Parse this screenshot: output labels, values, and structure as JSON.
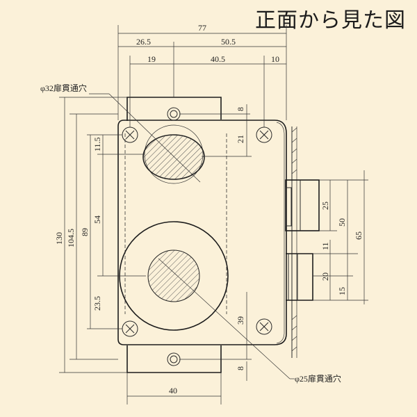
{
  "title": "正面から見た図",
  "dimensions": {
    "top": [
      "77",
      "26.5",
      "50.5",
      "19",
      "40.5",
      "10"
    ],
    "right_small": [
      "8",
      "21"
    ],
    "left": [
      "130",
      "104.5",
      "89",
      "54",
      "11.5",
      "23.5"
    ],
    "right_lower": [
      "39",
      "8"
    ],
    "bolt": [
      "25",
      "50",
      "65",
      "11",
      "20",
      "15"
    ],
    "bottom": [
      "40"
    ]
  },
  "notes": {
    "hole_upper": "φ32扉貫通穴",
    "hole_lower": "φ25扉貫通穴"
  },
  "colors": {
    "background": "#fbf1d9",
    "line": "#1c1c1c"
  }
}
